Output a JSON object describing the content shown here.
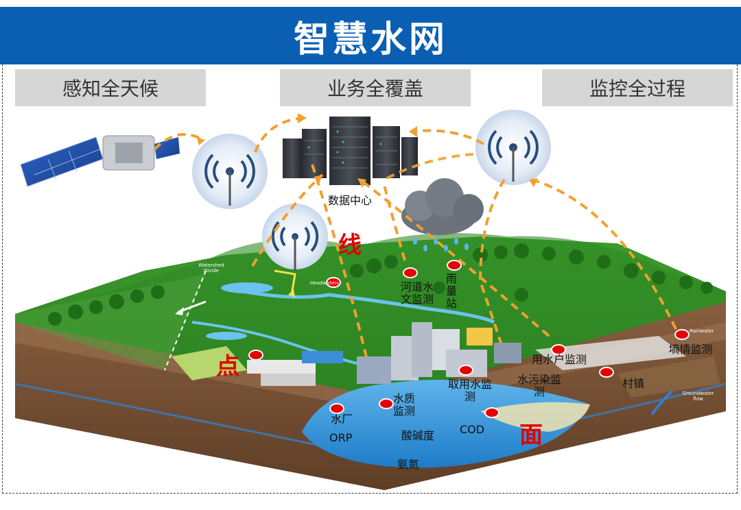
{
  "title": "智慧水网",
  "categories": [
    "感知全天候",
    "业务全覆盖",
    "监控全过程"
  ],
  "data_center_label": "数据中心",
  "tier_labels": {
    "line": "线",
    "point": "点",
    "surface": "面"
  },
  "sensor_labels": {
    "river": "河道水文监测",
    "rain": "雨量站",
    "intake": "取用水监测",
    "water_user": "用水户监测",
    "pollution": "水污染监测",
    "soil_moisture": "墒情监测",
    "village": "村镇",
    "waterworks": "水厂",
    "quality": "水质监测",
    "orp": "ORP",
    "ph": "酸碱度",
    "cod": "COD",
    "ammonia": "氨氮"
  },
  "small_labels": {
    "watershed": "Watershed Divide",
    "headwaters": "Headwaters",
    "rainwater": "Rainwater",
    "groundwater": "Groundwater flow"
  },
  "colors": {
    "banner": "#0a5fb3",
    "category_bg": "#d6d6d6",
    "arrow": "#f0a030",
    "dot": "#e60000",
    "highlight": "#e00000"
  }
}
